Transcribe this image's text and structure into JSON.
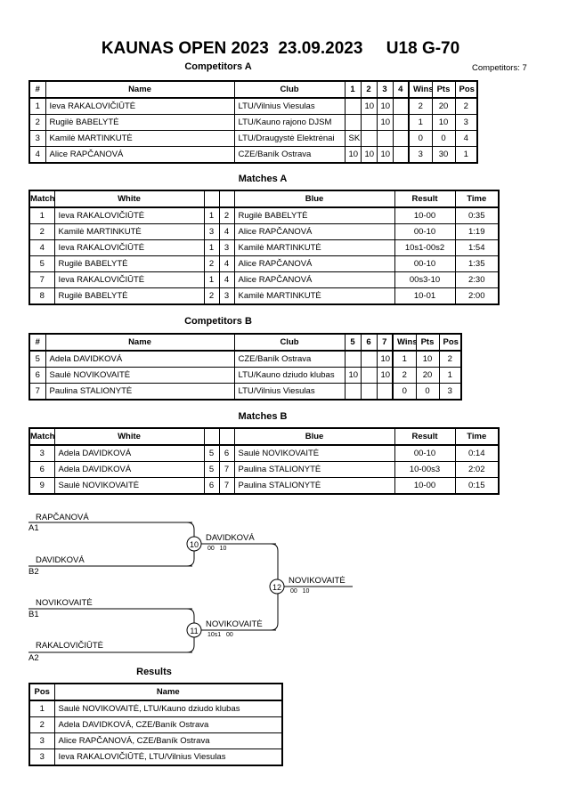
{
  "header": {
    "title": "KAUNAS OPEN 2023  23.09.2023     U18 G-70",
    "competitors_count": "Competitors: 7"
  },
  "competitors_a": {
    "heading": "Competitors A",
    "columns": [
      "#",
      "Name",
      "Club",
      "1",
      "2",
      "3",
      "4",
      "Wins",
      "Pts",
      "Pos"
    ],
    "rows": [
      [
        "1",
        "Ieva RAKALOVIČIŪTĖ",
        "LTU/Vilnius Viesulas",
        "",
        "10",
        "10",
        "",
        "2",
        "20",
        "2"
      ],
      [
        "2",
        "Rugilė BABELYTĖ",
        "LTU/Kauno rajono DJSM",
        "",
        "",
        "10",
        "",
        "1",
        "10",
        "3"
      ],
      [
        "3",
        "Kamilė MARTINKUTĖ",
        "LTU/Draugystė Elektrėnai",
        "SK",
        "",
        "",
        "",
        "0",
        "0",
        "4"
      ],
      [
        "4",
        "Alice RAPČANOVÁ",
        "CZE/Baník Ostrava",
        "10",
        "10",
        "10",
        "",
        "3",
        "30",
        "1"
      ]
    ]
  },
  "matches_a": {
    "heading": "Matches A",
    "columns": [
      "Match",
      "White",
      "",
      "",
      "Blue",
      "Result",
      "Time"
    ],
    "rows": [
      [
        "1",
        "Ieva RAKALOVIČIŪTĖ",
        "1",
        "2",
        "Rugilė BABELYTĖ",
        "10-00",
        "0:35"
      ],
      [
        "2",
        "Kamilė MARTINKUTĖ",
        "3",
        "4",
        "Alice RAPČANOVÁ",
        "00-10",
        "1:19"
      ],
      [
        "4",
        "Ieva RAKALOVIČIŪTĖ",
        "1",
        "3",
        "Kamilė MARTINKUTĖ",
        "10s1-00s2",
        "1:54"
      ],
      [
        "5",
        "Rugilė BABELYTĖ",
        "2",
        "4",
        "Alice RAPČANOVÁ",
        "00-10",
        "1:35"
      ],
      [
        "7",
        "Ieva RAKALOVIČIŪTĖ",
        "1",
        "4",
        "Alice RAPČANOVÁ",
        "00s3-10",
        "2:30"
      ],
      [
        "8",
        "Rugilė BABELYTĖ",
        "2",
        "3",
        "Kamilė MARTINKUTĖ",
        "10-01",
        "2:00"
      ]
    ]
  },
  "competitors_b": {
    "heading": "Competitors B",
    "columns": [
      "#",
      "Name",
      "Club",
      "5",
      "6",
      "7",
      "Wins",
      "Pts",
      "Pos"
    ],
    "rows": [
      [
        "5",
        "Adela DAVIDKOVÁ",
        "CZE/Baník Ostrava",
        "",
        "",
        "10",
        "1",
        "10",
        "2"
      ],
      [
        "6",
        "Saulė NOVIKOVAITĖ",
        "LTU/Kauno dziudo klubas",
        "10",
        "",
        "10",
        "2",
        "20",
        "1"
      ],
      [
        "7",
        "Paulina STALIONYTĖ",
        "LTU/Vilnius Viesulas",
        "",
        "",
        "",
        "0",
        "0",
        "3"
      ]
    ]
  },
  "matches_b": {
    "heading": "Matches B",
    "columns": [
      "Match",
      "White",
      "",
      "",
      "Blue",
      "Result",
      "Time"
    ],
    "rows": [
      [
        "3",
        "Adela DAVIDKOVÁ",
        "5",
        "6",
        "Saulė NOVIKOVAITĖ",
        "00-10",
        "0:14"
      ],
      [
        "6",
        "Adela DAVIDKOVÁ",
        "5",
        "7",
        "Paulina STALIONYTĖ",
        "10-00s3",
        "2:02"
      ],
      [
        "9",
        "Saulė NOVIKOVAITĖ",
        "6",
        "7",
        "Paulina STALIONYTĖ",
        "10-00",
        "0:15"
      ]
    ]
  },
  "bracket": {
    "e1": {
      "name": "RAPČANOVÁ",
      "seed": "A1"
    },
    "e2": {
      "name": "DAVIDKOVÁ",
      "seed": "B2"
    },
    "e3": {
      "name": "NOVIKOVAITĖ",
      "seed": "B1"
    },
    "e4": {
      "name": "RAKALOVIČIŪTĖ",
      "seed": "A2"
    },
    "m10": {
      "num": "10",
      "winner": "DAVIDKOVÁ",
      "score": "00   10"
    },
    "m11": {
      "num": "11",
      "winner": "NOVIKOVAITĖ",
      "score": "10s1   00"
    },
    "m12": {
      "num": "12",
      "winner": "NOVIKOVAITĖ",
      "score": "00   10"
    }
  },
  "results": {
    "heading": "Results",
    "columns": [
      "Pos",
      "Name"
    ],
    "rows": [
      [
        "1",
        "Saulė NOVIKOVAITĖ, LTU/Kauno dziudo klubas"
      ],
      [
        "2",
        "Adela DAVIDKOVÁ, CZE/Baník Ostrava"
      ],
      [
        "3",
        "Alice RAPČANOVÁ, CZE/Baník Ostrava"
      ],
      [
        "3",
        "Ieva RAKALOVIČIŪTĖ, LTU/Vilnius Viesulas"
      ]
    ]
  }
}
